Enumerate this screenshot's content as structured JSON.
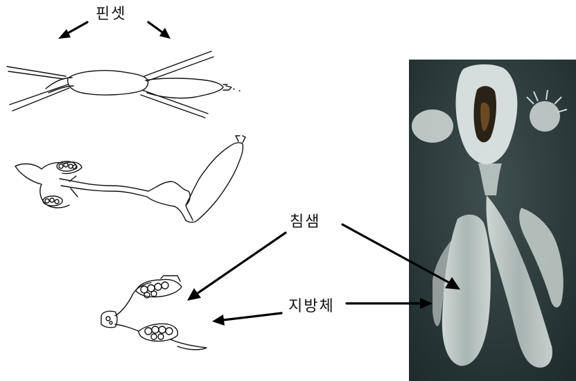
{
  "labels": {
    "forceps": "핀셋",
    "salivary_gland": "침샘",
    "fat_body": "지방체"
  },
  "colors": {
    "photo_background": "#2e3f40",
    "tissue": "#c9d2cf",
    "ink": "#111111"
  }
}
